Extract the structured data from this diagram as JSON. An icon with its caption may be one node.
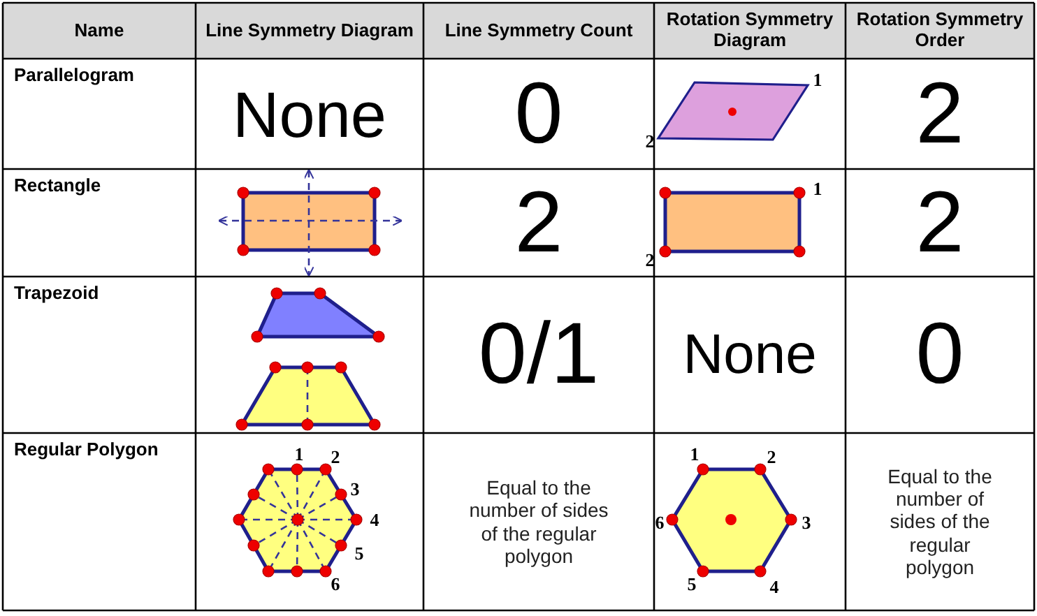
{
  "diagram": {
    "labels": [
      "Name",
      "Line Symmetry Diagram",
      "Line Symmetry Count",
      "Rotation Symmetry Diagram",
      "Rotation Symmetry Order",
      "Parallelogram",
      "None",
      "0",
      "1",
      "2",
      "2",
      "Rectangle",
      "2",
      "1",
      "2",
      "2",
      "Trapezoid",
      "0/1",
      "None",
      "0",
      "Regular Polygon",
      "1",
      "2",
      "3",
      "4",
      "5",
      "6",
      "Equal to the number of sides of the regular polygon",
      "1",
      "2",
      "6",
      "3",
      "5",
      "4",
      "Equal to the number of sides of the regular polygon"
    ]
  }
}
